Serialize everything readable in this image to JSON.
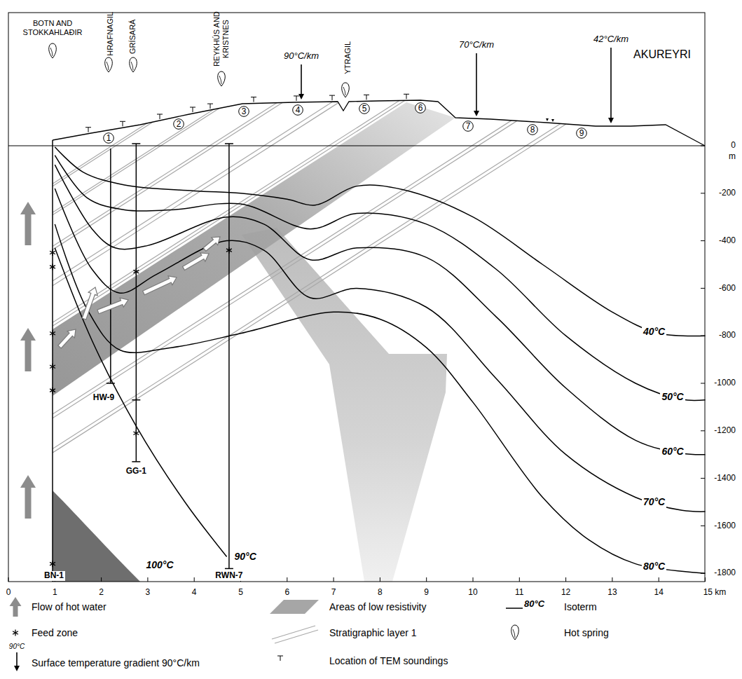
{
  "diagram": {
    "nodes": [
      {
        "text": [
          "1"
        ]
      },
      {
        "text": [
          "2"
        ]
      },
      {
        "text": [
          "3"
        ]
      },
      {
        "text": [
          "4"
        ]
      },
      {
        "text": [
          "5"
        ]
      },
      {
        "text": [
          "6"
        ]
      },
      {
        "text": [
          "7"
        ]
      },
      {
        "text": [
          "8"
        ]
      },
      {
        "text": [
          "9"
        ]
      }
    ],
    "labels": [
      "BOTN AND STOKKAHLAÐIR",
      "HRAFNAGIL",
      "GRÍSARÁ",
      "REYKHÚS AND KRISTNES",
      "YTRAGIL",
      "90°C/km",
      "70°C/km",
      "42°C/km",
      "AKUREYRI",
      "40°C",
      "50°C",
      "60°C",
      "70°C",
      "80°C",
      "90°C",
      "100°C",
      "HW-9",
      "GG-1",
      "BN-1",
      "RWN-7",
      "0",
      "m",
      "-200",
      "-400",
      "-600",
      "-800",
      "-1000",
      "-1200",
      "-1400",
      "-1600",
      "-1800",
      "0",
      "1",
      "2",
      "3",
      "4",
      "5",
      "6",
      "7",
      "8",
      "9",
      "10",
      "11",
      "12",
      "13",
      "14",
      "15 km",
      "90°C",
      "80°C"
    ],
    "legend": [
      {
        "text": "Flow of hot water"
      },
      {
        "text": "Areas of low resistivity",
        "color": "#a6a6a6"
      },
      {
        "text": "Isoterm"
      },
      {
        "text": "Feed zone"
      },
      {
        "text": "Stratigraphic layer 1"
      },
      {
        "text": "Hot spring"
      },
      {
        "text": "Surface temperature gradient 90°C/km"
      },
      {
        "text": "Location of TEM soundings"
      }
    ]
  }
}
